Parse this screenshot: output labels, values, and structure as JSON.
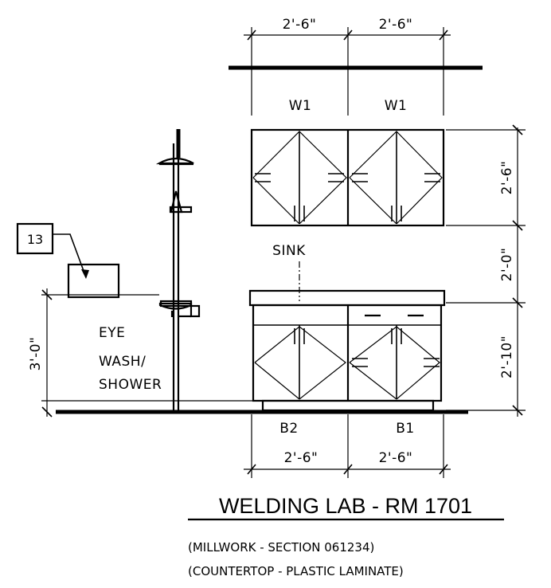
{
  "dimensions": {
    "top_left": "2'-6\"",
    "top_right": "2'-6\"",
    "bottom_left": "2'-6\"",
    "bottom_right": "2'-6\"",
    "upper_cabinet_height": "2'-6\"",
    "gap_height": "2'-0\"",
    "base_cabinet_height": "2'-10\"",
    "eyewash_height": "3'-0\""
  },
  "labels": {
    "w1_left": "W1",
    "w1_right": "W1",
    "b2": "B2",
    "b1": "B1",
    "sink": "SINK",
    "eye": "EYE",
    "wash": "WASH/",
    "shower": "SHOWER",
    "callout": "13"
  },
  "title": "WELDING LAB - RM 1701",
  "notes": [
    "(MILLWORK - SECTION 061234)",
    "(COUNTERTOP - PLASTIC LAMINATE)"
  ]
}
